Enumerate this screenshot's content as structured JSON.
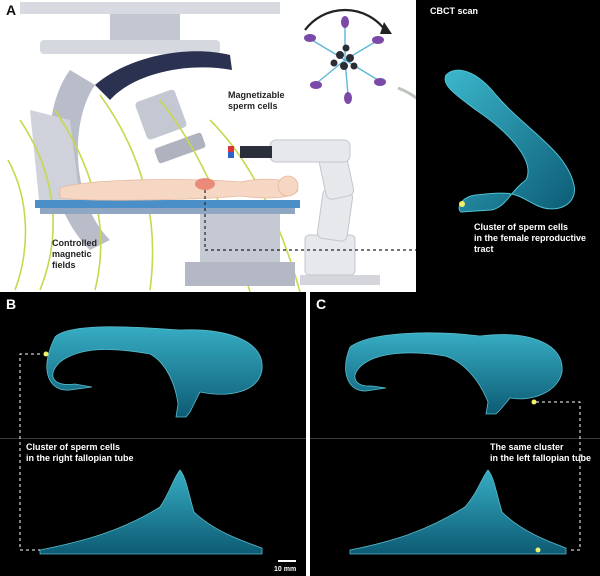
{
  "panels": {
    "a": {
      "label": "A"
    },
    "b": {
      "label": "B"
    },
    "c": {
      "label": "C"
    }
  },
  "labels": {
    "magnetizable_sperm_cells": [
      "Magnetizable",
      "sperm cells"
    ],
    "controlled_magnetic_fields": [
      "Controlled",
      "magnetic",
      "fields"
    ],
    "cbct_scan": "CBCT scan",
    "cluster_reproductive_tract": [
      "Cluster of sperm cells",
      "in  the female reproductive tract"
    ],
    "cluster_right_tube": [
      "Cluster of sperm cells",
      "in the right fallopian tube"
    ],
    "cluster_left_tube": [
      "The same cluster",
      "in the left fallopian tube"
    ],
    "scale_bar": "10 mm"
  },
  "colors": {
    "cyan": "#33c9e6",
    "cyan_dark": "#0f6c8a",
    "cluster": "#f3f06a",
    "robot_arm": "#e6e8ec",
    "gantry": "#c9ccd6",
    "field_lines": "#c6d94a",
    "sperm_purple": "#7b4aa8"
  }
}
